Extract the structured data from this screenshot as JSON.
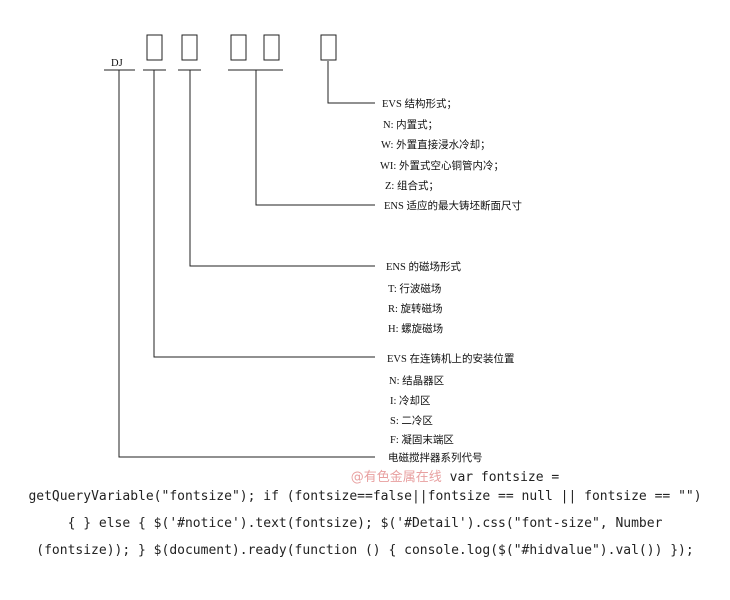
{
  "diagram": {
    "model_code": "DJ",
    "labels": {
      "evs_form_title": "EVS 结构形式；",
      "n_builtin": "N: 内置式；",
      "w_external": "W: 外置直接浸水冷却；",
      "wi_external": "WI: 外置式空心铜管内冷；",
      "z_combined": "Z: 组合式；",
      "ens_size": "ENS 适应的最大铸坯断面尺寸",
      "ens_field_title": "ENS 的磁场形式",
      "t_wave": "T: 行波磁场",
      "r_rotate": "R: 旋转磁场",
      "h_spiral": "H: 螺旋磁场",
      "evs_position_title": "EVS 在连铸机上的安装位置",
      "n_mold": "N: 结晶器区",
      "i_cooling": "I: 冷却区",
      "s_secondary": "S: 二冷区",
      "f_final": "F: 凝固末端区",
      "series_code": "电磁搅拌器系列代号"
    }
  },
  "footer": {
    "watermark": "@有色金属在线",
    "line1": "var fontsize =",
    "line2": "getQueryVariable(\"fontsize\"); if (fontsize==false||fontsize == null || fontsize == \"\")",
    "line3": "{ } else { $('#notice').text(fontsize); $('#Detail').css(\"font-size\", Number",
    "line4": "(fontsize)); } $(document).ready(function () { console.log($(\"#hidvalue\").val()) });"
  }
}
